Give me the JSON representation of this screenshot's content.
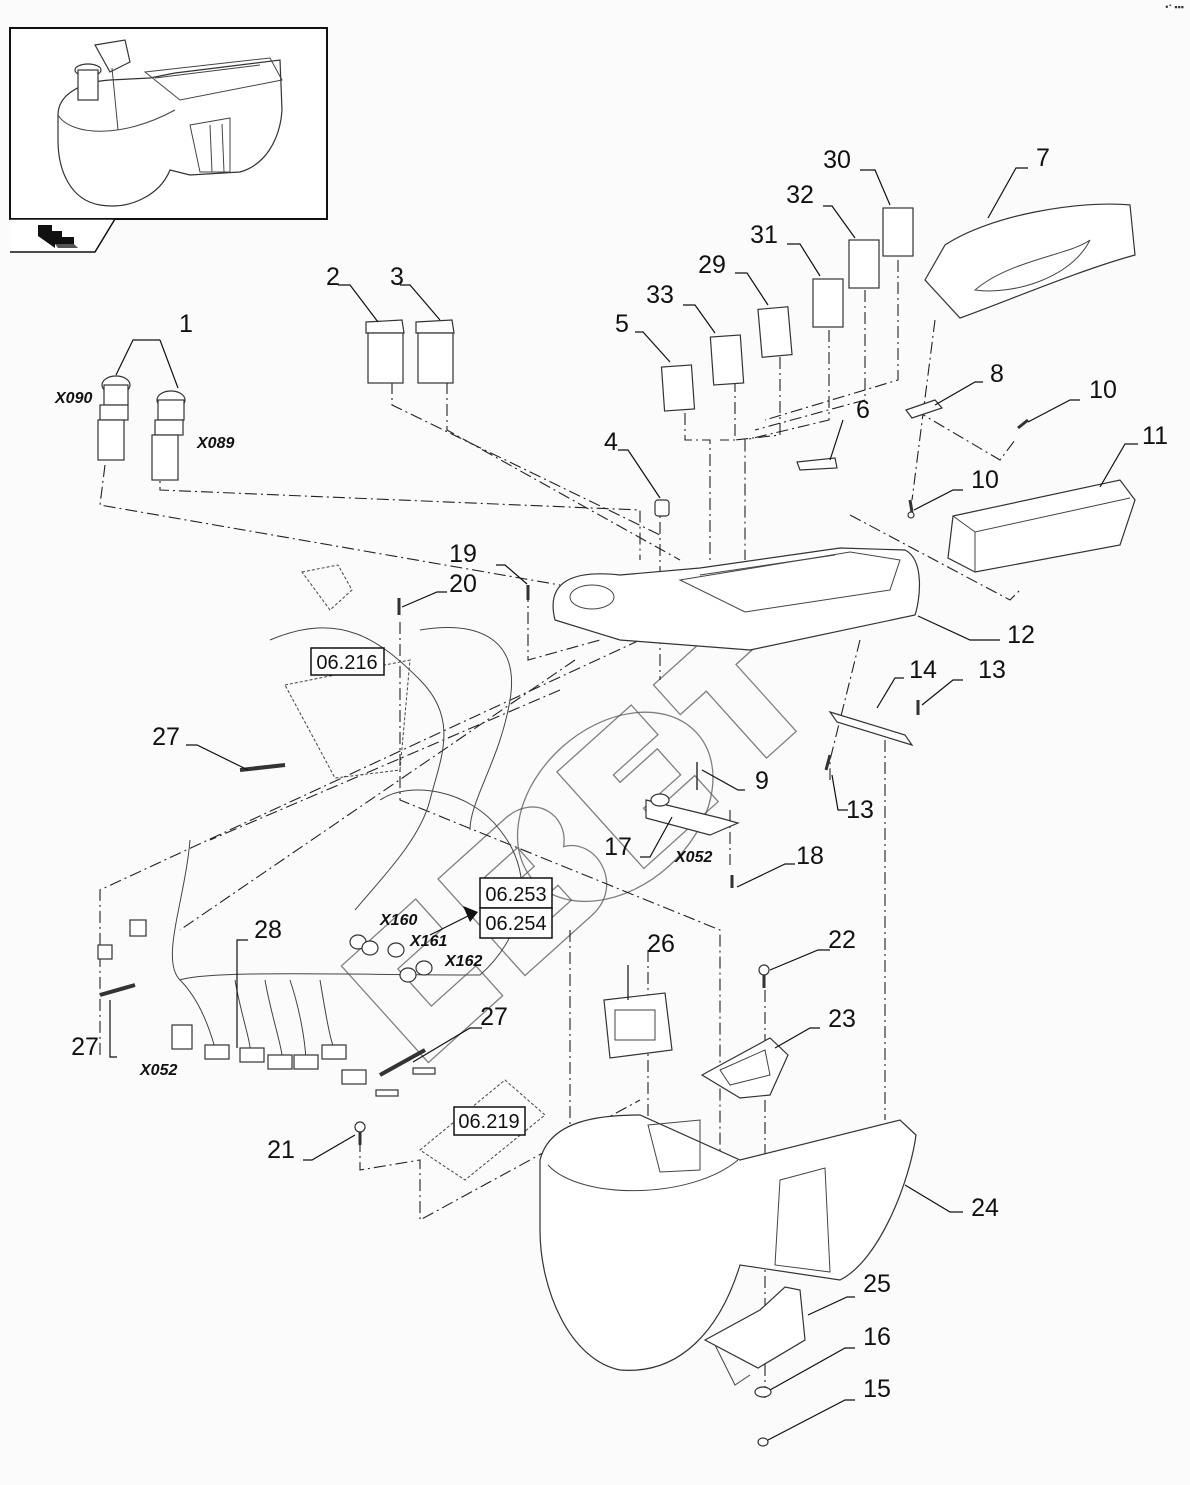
{
  "diagram": {
    "type": "exploded-parts-diagram",
    "subject": "Armrest console assembly",
    "corner_mark": "•ᐩ ▪▪▪",
    "callouts": [
      "1",
      "2",
      "3",
      "4",
      "5",
      "6",
      "7",
      "8",
      "9",
      "10",
      "10",
      "11",
      "12",
      "13",
      "13",
      "14",
      "15",
      "16",
      "17",
      "18",
      "19",
      "20",
      "21",
      "22",
      "23",
      "24",
      "25",
      "26",
      "27",
      "27",
      "27",
      "28",
      "29",
      "30",
      "31",
      "32",
      "33"
    ],
    "connector_labels": {
      "x090": "X090",
      "x089": "X089",
      "x052_board": "X052",
      "x052_harness": "X052",
      "x160": "X160",
      "x161": "X161",
      "x162": "X162"
    },
    "reference_boxes": {
      "ref_06_216": "06.216",
      "ref_06_253": "06.253",
      "ref_06_254": "06.254",
      "ref_06_219": "06.219"
    },
    "thumbnail": {
      "description": "overview of assembled console",
      "nav_icon": "back-arrow-icon"
    },
    "watermark": "СВЕТ"
  },
  "labels": {
    "c1": "1",
    "c2": "2",
    "c3": "3",
    "c4": "4",
    "c5": "5",
    "c6": "6",
    "c7": "7",
    "c8": "8",
    "c9": "9",
    "c10a": "10",
    "c10b": "10",
    "c11": "11",
    "c12": "12",
    "c13a": "13",
    "c13b": "13",
    "c14": "14",
    "c15": "15",
    "c16": "16",
    "c17": "17",
    "c18": "18",
    "c19": "19",
    "c20": "20",
    "c21": "21",
    "c22": "22",
    "c23": "23",
    "c24": "24",
    "c25": "25",
    "c26": "26",
    "c27a": "27",
    "c27b": "27",
    "c27c": "27",
    "c28": "28",
    "c29": "29",
    "c30": "30",
    "c31": "31",
    "c32": "32",
    "c33": "33"
  }
}
